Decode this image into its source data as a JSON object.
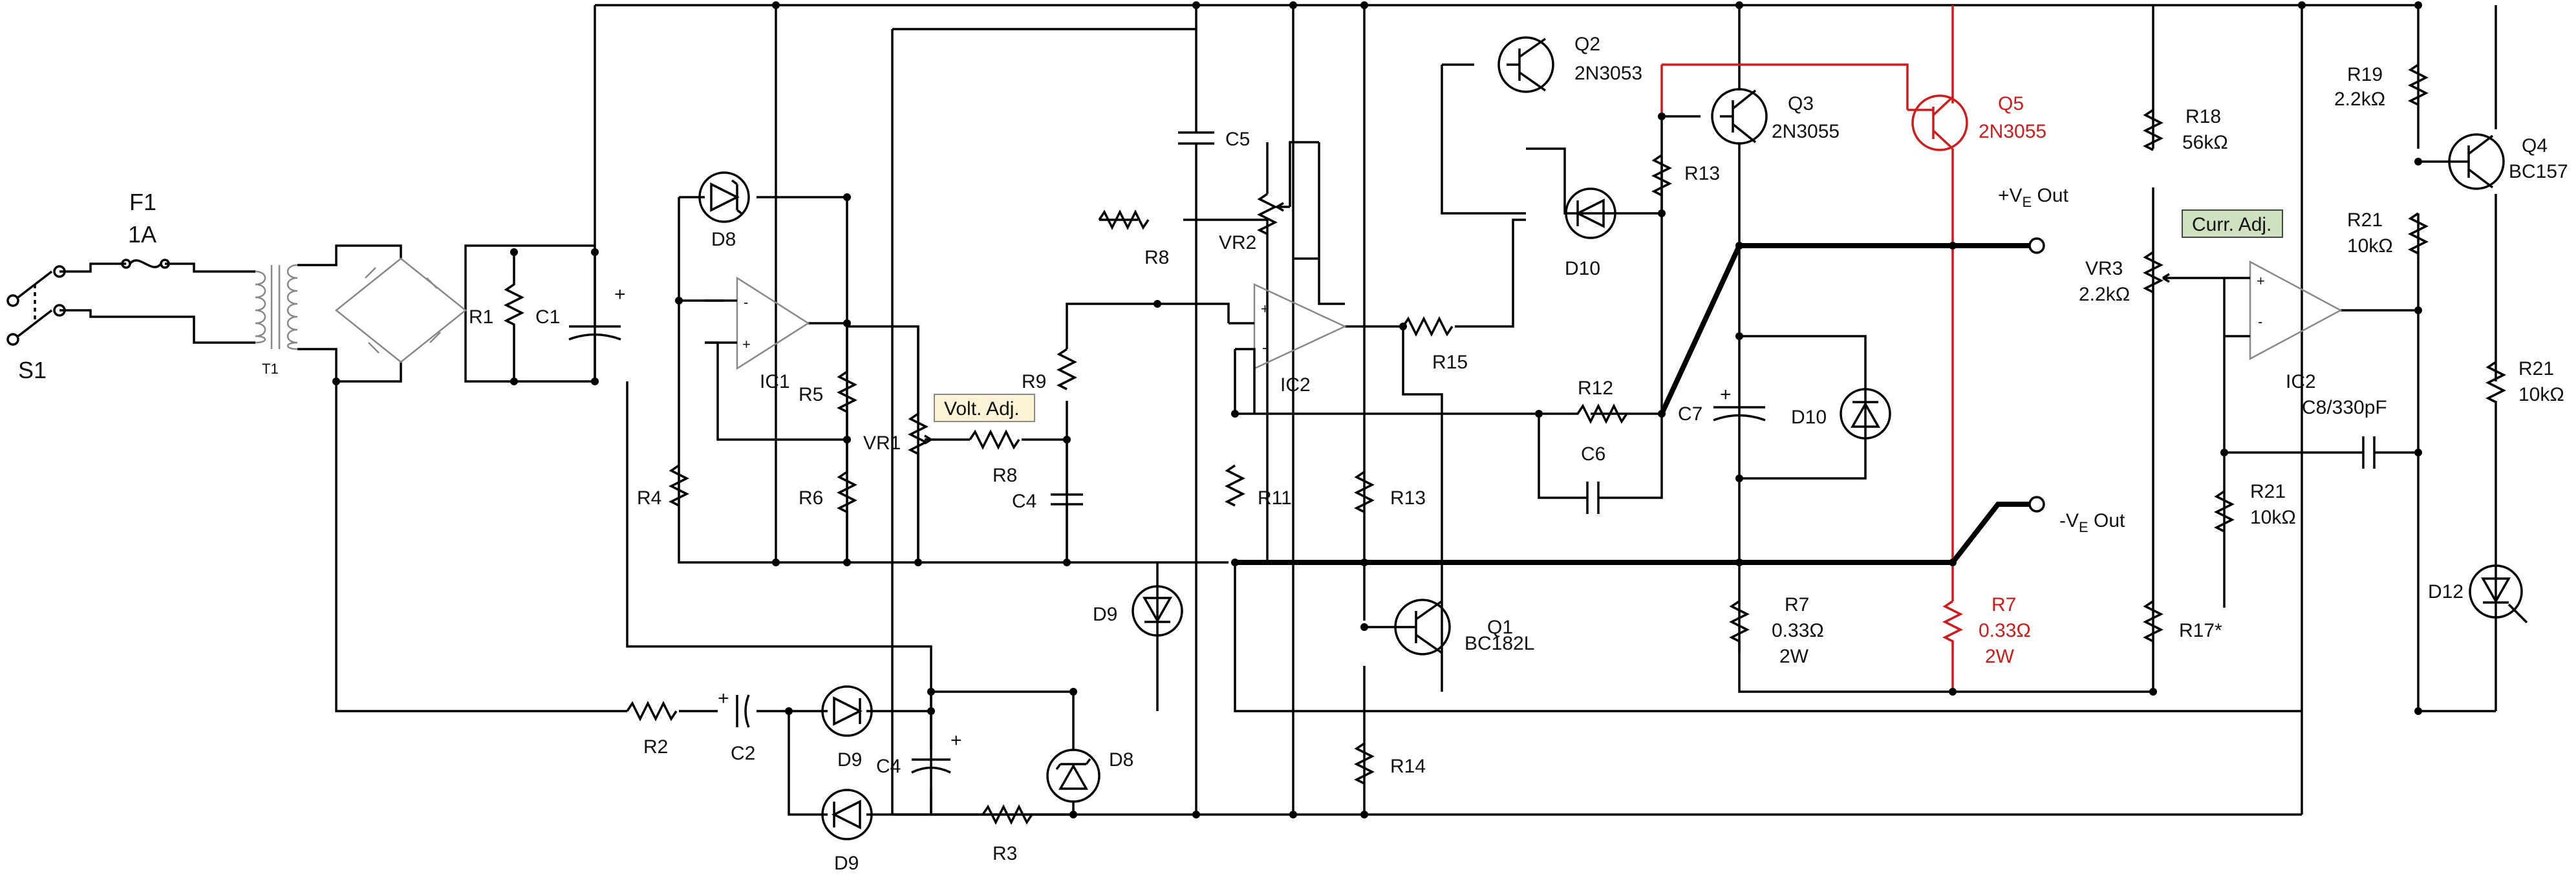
{
  "labels": {
    "f1": "F1",
    "f1_rating": "1A",
    "s1": "S1",
    "t1": "T1",
    "r1": "R1",
    "c1": "C1",
    "d8_top": "D8",
    "ic1": "IC1",
    "r5": "R5",
    "r6": "R6",
    "r4": "R4",
    "vr1": "VR1",
    "volt_adj": "Volt. Adj.",
    "r9": "R9",
    "r8_lower": "R8",
    "c4_mid": "C4",
    "c5": "C5",
    "r8_upper": "R8",
    "vr2": "VR2",
    "ic2_left": "IC2",
    "r15": "R15",
    "r11": "R11",
    "r13_lower": "R13",
    "d9_mid": "D9",
    "q2": "Q2",
    "q2_part": "2N3053",
    "q3": "Q3",
    "q3_part": "2N3055",
    "q5": "Q5",
    "q5_part": "2N3055",
    "r13_upper": "R13",
    "d10_upper": "D10",
    "r12": "R12",
    "c6": "C6",
    "c7": "C7",
    "d10_lower": "D10",
    "q1": "Q1",
    "q1_part": "BC182L",
    "r14": "R14",
    "r7": "R7",
    "r7_value": "0.33Ω",
    "r7_power": "2W",
    "r7_red": "R7",
    "r7_red_value": "0.33Ω",
    "r7_red_power": "2W",
    "vout_pos": "+V",
    "vout_pos_sub": "E",
    "vout_pos_suffix": " Out",
    "vout_neg": "-V",
    "vout_neg_sub": "E",
    "vout_neg_suffix": " Out",
    "r18": "R18",
    "r18_value": "56kΩ",
    "curr_adj": "Curr. Adj.",
    "vr3": "VR3",
    "vr3_value": "2.2kΩ",
    "ic2_right": "IC2",
    "r21_left": "R21",
    "r21_left_value": "10kΩ",
    "r17": "R17*",
    "r19": "R19",
    "r19_value": "2.2kΩ",
    "q4": "Q4",
    "q4_part": "BC157",
    "r21_mid": "R21",
    "r21_mid_value": "10kΩ",
    "r21_right": "R21",
    "r21_right_value": "10kΩ",
    "c8": "C8/330pF",
    "d12": "D12",
    "r2": "R2",
    "c2": "C2",
    "d9_a": "D9",
    "d9_b": "D9",
    "c4_low": "C4",
    "d8_low": "D8",
    "r3": "R3"
  },
  "colors": {
    "wire": "#000000",
    "highlight": "#d11a1a",
    "volt_adj_bg": "#fdf3d6",
    "curr_adj_bg": "#cfe2c0"
  }
}
